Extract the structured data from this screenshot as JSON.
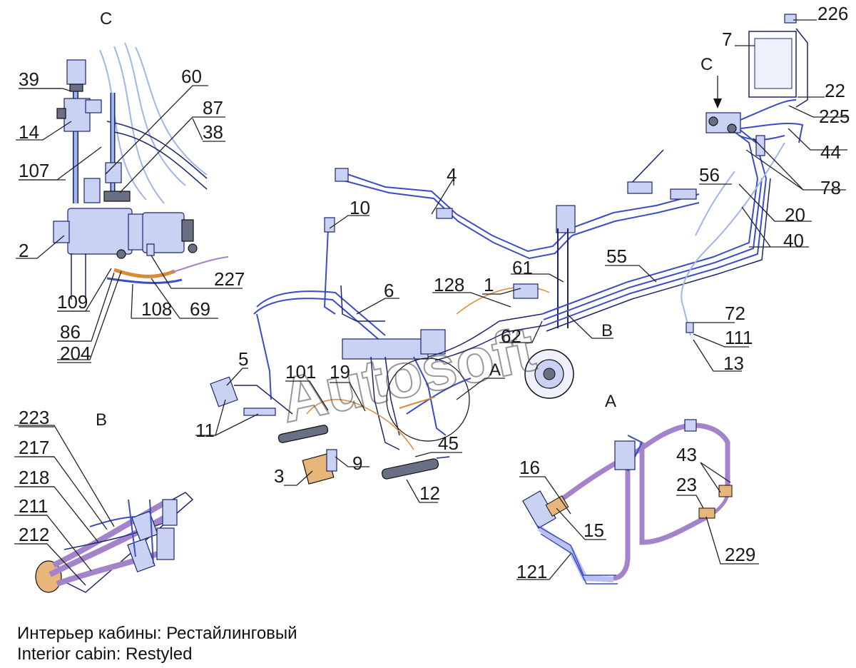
{
  "views": {
    "c_top": "C",
    "c_arrow": "C",
    "b": "B",
    "b_arrow": "B",
    "a": "A",
    "a_arrow": "A"
  },
  "watermark": "Autosoft",
  "labels": {
    "l226": "226",
    "l7": "7",
    "l22": "22",
    "l225": "225",
    "l44": "44",
    "l78": "78",
    "l56": "56",
    "l20": "20",
    "l40": "40",
    "l55": "55",
    "l72": "72",
    "l111": "111",
    "l13": "13",
    "l4": "4",
    "l10": "10",
    "l61": "61",
    "l128": "128",
    "l1": "1",
    "l6": "6",
    "l62": "62",
    "l5": "5",
    "l101": "101",
    "l19": "19",
    "l11": "11",
    "l3": "3",
    "l9": "9",
    "l45": "45",
    "l12": "12",
    "l39": "39",
    "l14": "14",
    "l107": "107",
    "l60": "60",
    "l87": "87",
    "l38": "38",
    "l2": "2",
    "l227": "227",
    "l109": "109",
    "l108": "108",
    "l69": "69",
    "l86": "86",
    "l204": "204",
    "l223": "223",
    "l217": "217",
    "l218": "218",
    "l211": "211",
    "l212": "212",
    "l16": "16",
    "l15": "15",
    "l43": "43",
    "l23": "23",
    "l229": "229",
    "l121": "121"
  },
  "caption": {
    "ru": "Интерьер кабины: Рестайлинговый",
    "en": "Interior cabin: Restyled"
  }
}
